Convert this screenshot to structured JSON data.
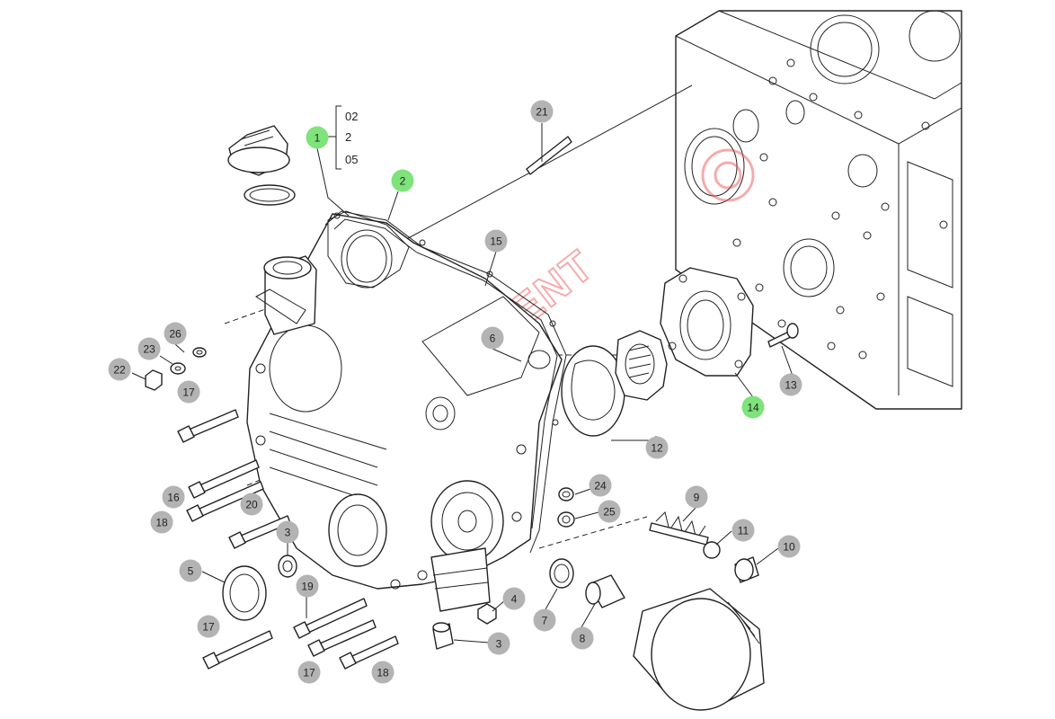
{
  "colors": {
    "callout_fill": "#b3b3b3",
    "highlight_fill": "#7ee37a",
    "watermark": "#e84a4a",
    "line": "#222222"
  },
  "callouts": [
    {
      "id": "c1",
      "label": "1",
      "highlighted": true
    },
    {
      "id": "c2",
      "label": "2",
      "highlighted": true
    },
    {
      "id": "c14",
      "label": "14",
      "highlighted": true
    },
    {
      "id": "c21",
      "label": "21",
      "highlighted": false
    },
    {
      "id": "c15",
      "label": "15",
      "highlighted": false
    },
    {
      "id": "c6",
      "label": "6",
      "highlighted": false
    },
    {
      "id": "c26",
      "label": "26",
      "highlighted": false
    },
    {
      "id": "c23",
      "label": "23",
      "highlighted": false
    },
    {
      "id": "c22",
      "label": "22",
      "highlighted": false
    },
    {
      "id": "c17a",
      "label": "17",
      "highlighted": false
    },
    {
      "id": "c13",
      "label": "13",
      "highlighted": false
    },
    {
      "id": "c12",
      "label": "12",
      "highlighted": false
    },
    {
      "id": "c16",
      "label": "16",
      "highlighted": false
    },
    {
      "id": "c18a",
      "label": "18",
      "highlighted": false
    },
    {
      "id": "c20",
      "label": "20",
      "highlighted": false
    },
    {
      "id": "c24",
      "label": "24",
      "highlighted": false
    },
    {
      "id": "c25",
      "label": "25",
      "highlighted": false
    },
    {
      "id": "c9",
      "label": "9",
      "highlighted": false
    },
    {
      "id": "c3a",
      "label": "3",
      "highlighted": false
    },
    {
      "id": "c5",
      "label": "5",
      "highlighted": false
    },
    {
      "id": "c11",
      "label": "11",
      "highlighted": false
    },
    {
      "id": "c10",
      "label": "10",
      "highlighted": false
    },
    {
      "id": "c19",
      "label": "19",
      "highlighted": false
    },
    {
      "id": "c4",
      "label": "4",
      "highlighted": false
    },
    {
      "id": "c7",
      "label": "7",
      "highlighted": false
    },
    {
      "id": "c8",
      "label": "8",
      "highlighted": false
    },
    {
      "id": "c17b",
      "label": "17",
      "highlighted": false
    },
    {
      "id": "c3b",
      "label": "3",
      "highlighted": false
    },
    {
      "id": "c17c",
      "label": "17",
      "highlighted": false
    },
    {
      "id": "c18b",
      "label": "18",
      "highlighted": false
    }
  ],
  "bracket_note": {
    "lines": [
      "02",
      "2",
      "05"
    ]
  },
  "watermark_text": "EQUIPMENT"
}
